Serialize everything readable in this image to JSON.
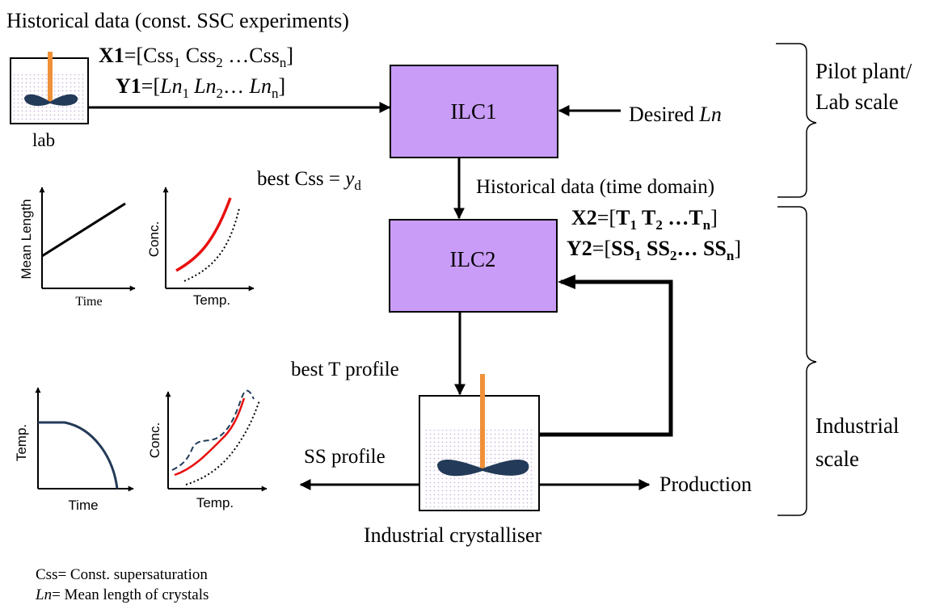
{
  "diagram": {
    "top_title": "Historical data (const. SSC experiments)",
    "lab_label": "lab",
    "x1": {
      "name": "X1",
      "eq": "=[",
      "a": "Css",
      "s1": "1",
      "b": " Css",
      "s2": "2",
      "c": " …Css",
      "sn": "n",
      "close": "]"
    },
    "y1": {
      "name": "Y1",
      "eq": "=[",
      "a": "Ln",
      "s1": "1",
      "b": "Ln",
      "s2": "2",
      "c": "… ",
      "d": "Ln",
      "sn": "n",
      "close": "]"
    },
    "ilc1_label": "ILC1",
    "ilc2_label": "ILC2",
    "desired": {
      "text": "Desired ",
      "italic": "Ln"
    },
    "best_css": {
      "text": "best Css = ",
      "y": "y",
      "sub": "d"
    },
    "historical_time": "Historical data (time domain)",
    "x2": {
      "name": "X2",
      "eq": "=[",
      "t1": "T",
      "s1": "1",
      "t2": " T",
      "s2": "2",
      "t3": " …T",
      "sn": "n",
      "close": "]"
    },
    "y2": {
      "name": "Y2",
      "eq": "=[",
      "a": "SS",
      "s1": "1",
      "b": " SS",
      "s2": "2",
      "c": "… SS",
      "sn": "n",
      "close": "]"
    },
    "pilot_label_1": "Pilot plant/",
    "pilot_label_2": "Lab scale",
    "industrial_label_1": "Industrial",
    "industrial_label_2": "scale",
    "best_t_profile": "best T profile",
    "ss_profile": "SS profile",
    "production": "Production",
    "industrial_crystalliser": "Industrial crystalliser",
    "legend_css": "Css= Const. supersaturation",
    "legend_ln": {
      "italic": "Ln",
      "text": "= Mean length of crystals"
    },
    "plot1": {
      "ylabel": "Mean Length",
      "xlabel": "Time"
    },
    "plot2": {
      "ylabel": "Conc.",
      "xlabel": "Temp."
    },
    "plot3": {
      "ylabel": "Temp.",
      "xlabel": "Time"
    },
    "plot4": {
      "ylabel": "Conc.",
      "xlabel": "Temp."
    },
    "colors": {
      "box_fill": "#c99cf7",
      "impeller": "#233a58",
      "shaft": "#f0913a",
      "curve_red": "#e81010",
      "dots": "#c9b6dc"
    }
  }
}
